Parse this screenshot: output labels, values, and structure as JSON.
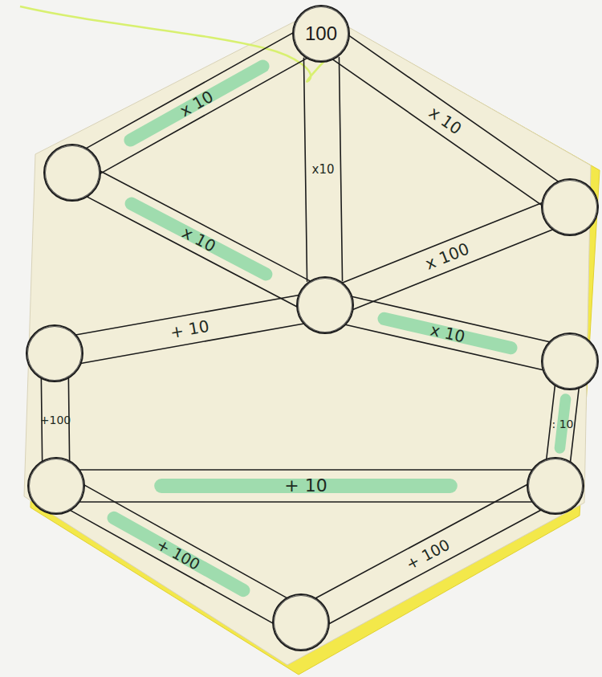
{
  "diagram": {
    "nodes": [
      {
        "text": [
          "100"
        ]
      },
      {
        "text": []
      },
      {
        "text": []
      },
      {
        "text": []
      },
      {
        "text": []
      },
      {
        "text": []
      },
      {
        "text": []
      },
      {
        "text": []
      },
      {
        "text": []
      }
    ],
    "edges": [
      {
        "from": 0,
        "to": 1,
        "arrow": "none",
        "label": "x 10"
      },
      {
        "from": 0,
        "to": 2,
        "arrow": "none",
        "label": "x 10"
      },
      {
        "from": 0,
        "to": 3,
        "arrow": "none",
        "label": "x10"
      },
      {
        "from": 1,
        "to": 3,
        "arrow": "none",
        "label": "x 10"
      },
      {
        "from": 2,
        "to": 3,
        "arrow": "none",
        "label": "x 100"
      },
      {
        "from": 4,
        "to": 3,
        "arrow": "none",
        "label": "+ 10"
      },
      {
        "from": 3,
        "to": 5,
        "arrow": "none",
        "label": "x 10"
      },
      {
        "from": 4,
        "to": 6,
        "arrow": "none",
        "label": "+100"
      },
      {
        "from": 5,
        "to": 7,
        "arrow": "none",
        "label": ": 10"
      },
      {
        "from": 6,
        "to": 7,
        "arrow": "none",
        "label": "+ 10"
      },
      {
        "from": 6,
        "to": 8,
        "arrow": "none",
        "label": "+ 100"
      },
      {
        "from": 8,
        "to": 7,
        "arrow": "none",
        "label": "+ 100"
      }
    ]
  }
}
